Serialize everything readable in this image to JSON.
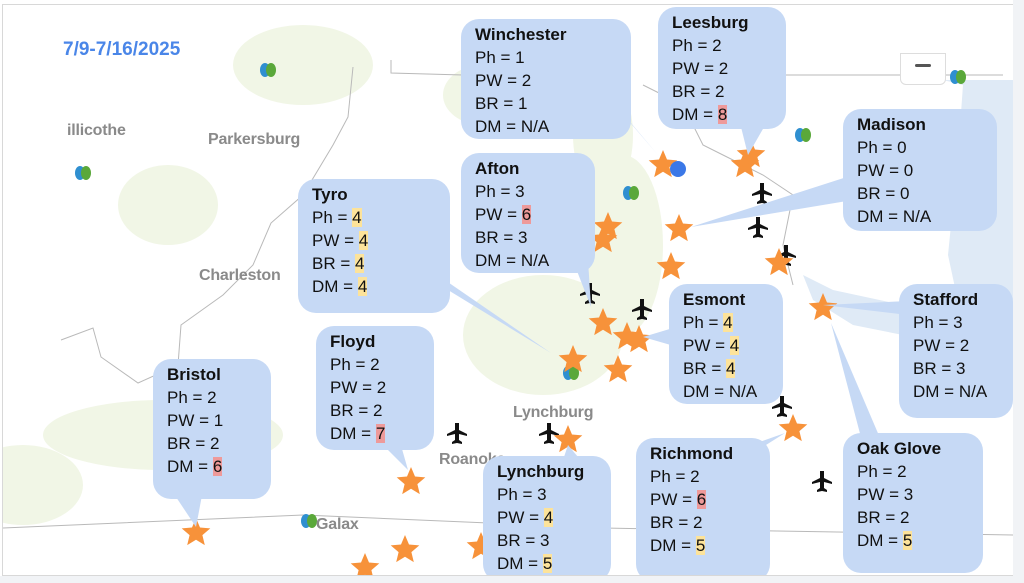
{
  "title": "7/9-7/16/2025",
  "map_labels": [
    "illicothe",
    "Parkersburg",
    "Charleston",
    "Lynchburg",
    "Roanoke",
    "Galax"
  ],
  "colors": {
    "callout": "#c6d9f5",
    "star": "#f7923a",
    "moderate_highlight": "#fde39a",
    "high_highlight": "#ee9a9a",
    "title": "#4a86e8"
  },
  "metric_labels": [
    "Ph",
    "PW",
    "BR",
    "DM"
  ],
  "sites": [
    {
      "name": "Winchester",
      "Ph": "1",
      "PW": "2",
      "BR": "1",
      "DM": "N/A"
    },
    {
      "name": "Leesburg",
      "Ph": "2",
      "PW": "2",
      "BR": "2",
      "DM": "8"
    },
    {
      "name": "Madison",
      "Ph": "0",
      "PW": "0",
      "BR": "0",
      "DM": "N/A"
    },
    {
      "name": "Afton",
      "Ph": "3",
      "PW": "6",
      "BR": "3",
      "DM": "N/A"
    },
    {
      "name": "Tyro",
      "Ph": "4",
      "PW": "4",
      "BR": "4",
      "DM": "4"
    },
    {
      "name": "Esmont",
      "Ph": "4",
      "PW": "4",
      "BR": "4",
      "DM": "N/A"
    },
    {
      "name": "Stafford",
      "Ph": "3",
      "PW": "2",
      "BR": "3",
      "DM": "N/A"
    },
    {
      "name": "Floyd",
      "Ph": "2",
      "PW": "2",
      "BR": "2",
      "DM": "7"
    },
    {
      "name": "Bristol",
      "Ph": "2",
      "PW": "1",
      "BR": "2",
      "DM": "6"
    },
    {
      "name": "Lynchburg",
      "Ph": "3",
      "PW": "4",
      "BR": "3",
      "DM": "5"
    },
    {
      "name": "Richmond",
      "Ph": "2",
      "PW": "6",
      "BR": "2",
      "DM": "5"
    },
    {
      "name": "Oak Glove",
      "Ph": "2",
      "PW": "3",
      "BR": "2",
      "DM": "5"
    }
  ]
}
